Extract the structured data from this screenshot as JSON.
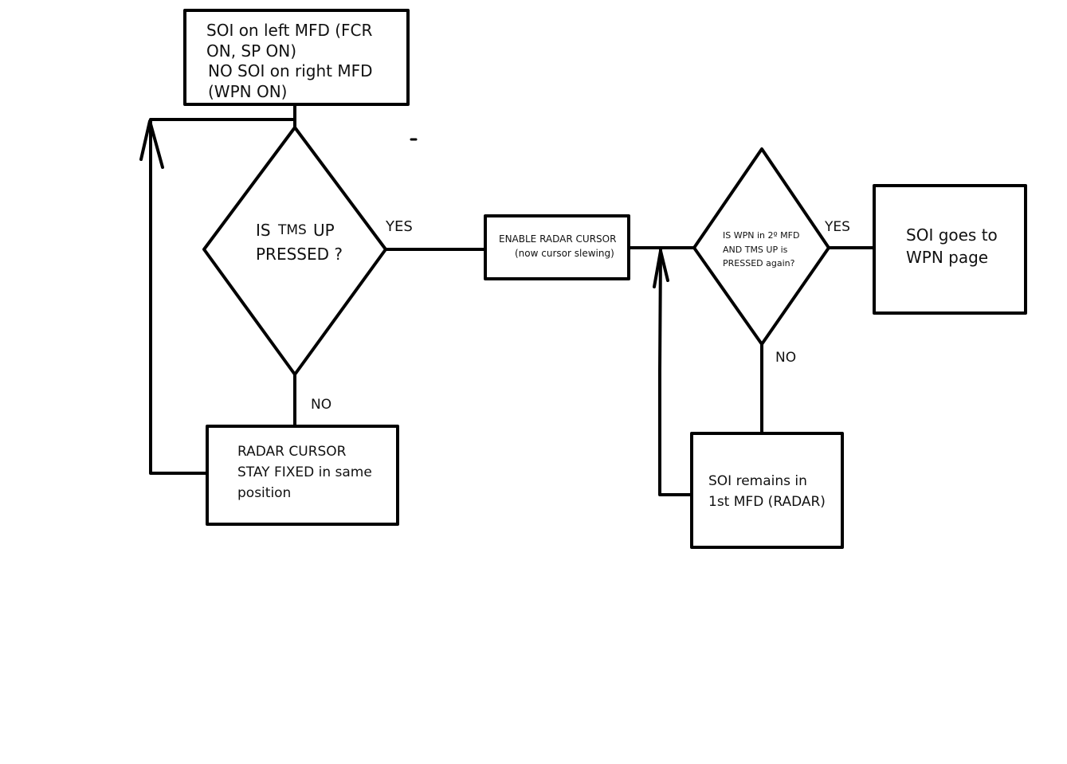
{
  "nodes": {
    "start": {
      "line1": "SOI on left MFD (FCR\nON, SP ON)",
      "line2": "NO SOI on right MFD\n(WPN ON)"
    },
    "decision1": {
      "label_is": "IS",
      "label_tms": "TMS",
      "label_up": "UP",
      "label_pressed": "PRESSED ?"
    },
    "fixed": {
      "text": "RADAR CURSOR\nSTAY FIXED in same\nposition"
    },
    "enable": {
      "line1": "ENABLE RADAR CURSOR",
      "line2": "(now cursor slewing)"
    },
    "decision2": {
      "text": "IS WPN in 2º MFD\nAND TMS UP is\nPRESSED again?"
    },
    "wpn": {
      "text": "SOI goes to\nWPN page"
    },
    "remains": {
      "text": "SOI remains in\n1st MFD (RADAR)"
    }
  },
  "edges": {
    "yes1": "YES",
    "no1": "NO",
    "yes2": "YES",
    "no2": "NO"
  }
}
